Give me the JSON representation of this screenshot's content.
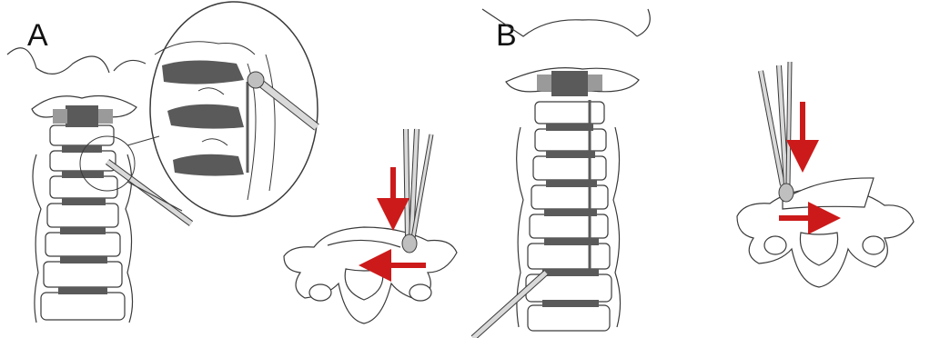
{
  "figure": {
    "panels": [
      {
        "label": "A"
      },
      {
        "label": "B"
      }
    ],
    "colors": {
      "line": "#3a3a3a",
      "bone": "#ffffff",
      "disc": "#5a5a5a",
      "disc_light": "#9a9a9a",
      "arrow": "#cc1a1a",
      "instrument": "#d9d9d9"
    },
    "icons": [
      "cervical-spine-illustration",
      "magnified-inset-illustration",
      "axial-vertebra-illustration",
      "surgical-instrument",
      "red-arrow"
    ]
  }
}
